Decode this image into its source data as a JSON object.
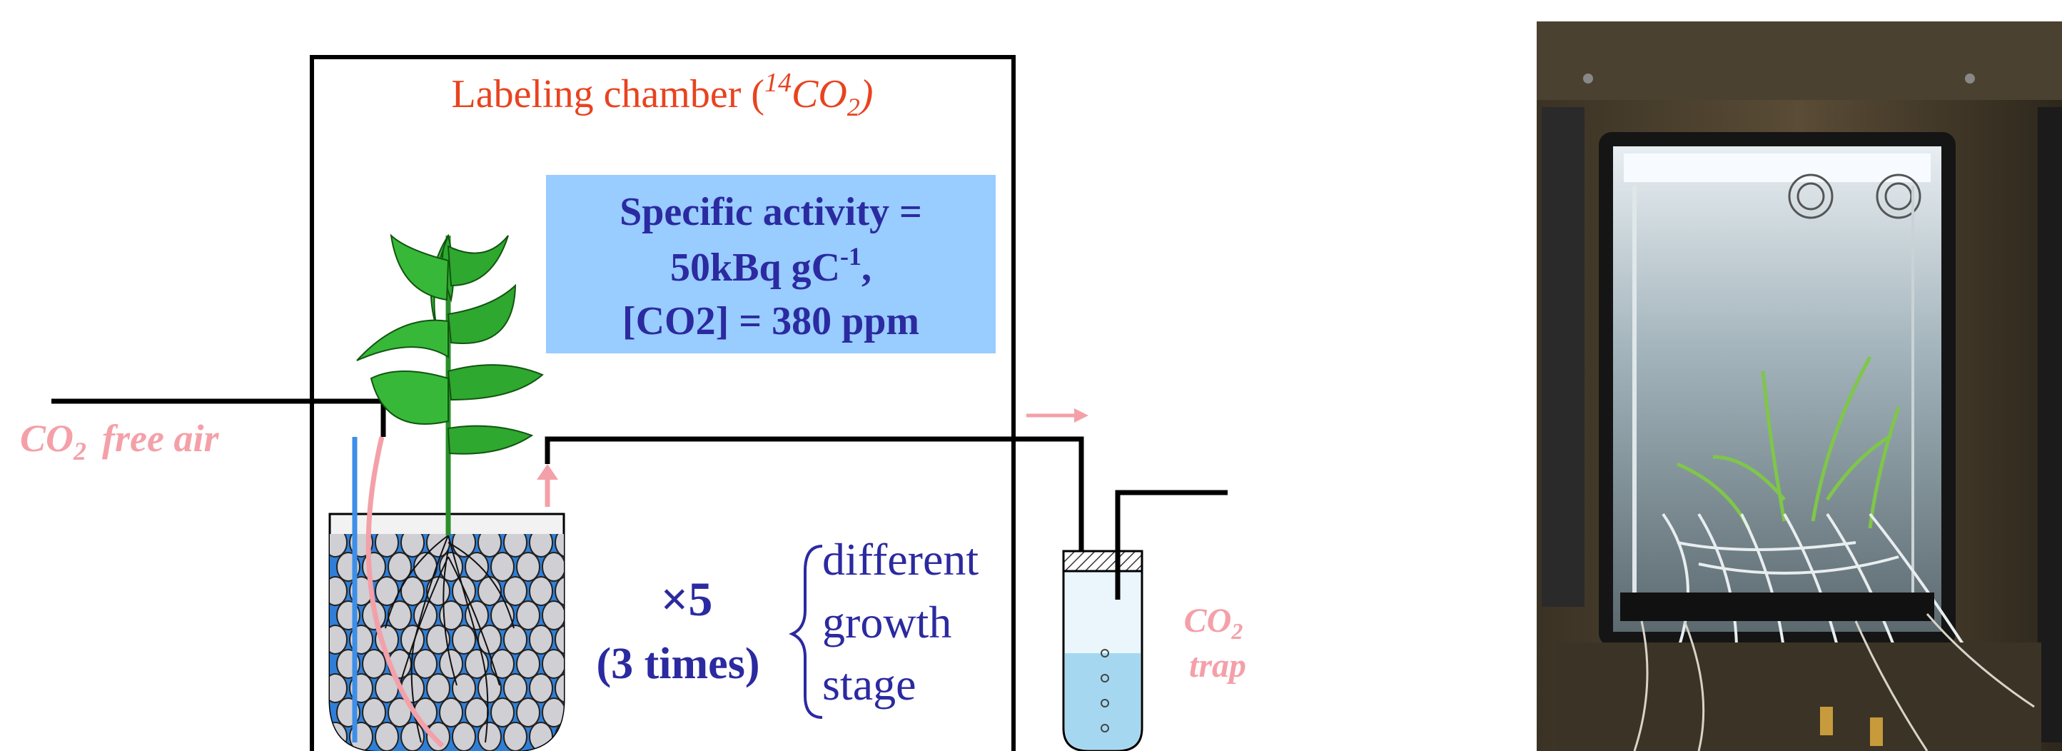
{
  "chamber": {
    "title_prefix": "Labeling chamber (",
    "title_sup": "14",
    "title_co": "CO",
    "title_sub": "2",
    "title_suffix": ")"
  },
  "info_box": {
    "line1": "Specific activity =",
    "line2_main": "50kBq gC",
    "line2_sup": "-1",
    "line2_end": ",",
    "line3": "[CO2] = 380 ppm"
  },
  "inlet": {
    "co": "CO",
    "sub": "2",
    "text": "free air"
  },
  "replicates": {
    "multiplier": "×5",
    "times": "(3 times)",
    "stage_lines": [
      "different",
      "growth",
      "stage"
    ]
  },
  "trap": {
    "co": "CO",
    "sub": "2",
    "text": "trap"
  },
  "colors": {
    "title_red": "#e8431f",
    "dark_blue": "#2b2aa0",
    "box_blue": "#99ccff",
    "pink": "#f4a0a8",
    "arrow_blue": "#3d8fe8",
    "leaf_green": "#2ea82e",
    "soil_blue": "#2f7fd8"
  },
  "photo": {
    "name": "growth chamber photo"
  }
}
